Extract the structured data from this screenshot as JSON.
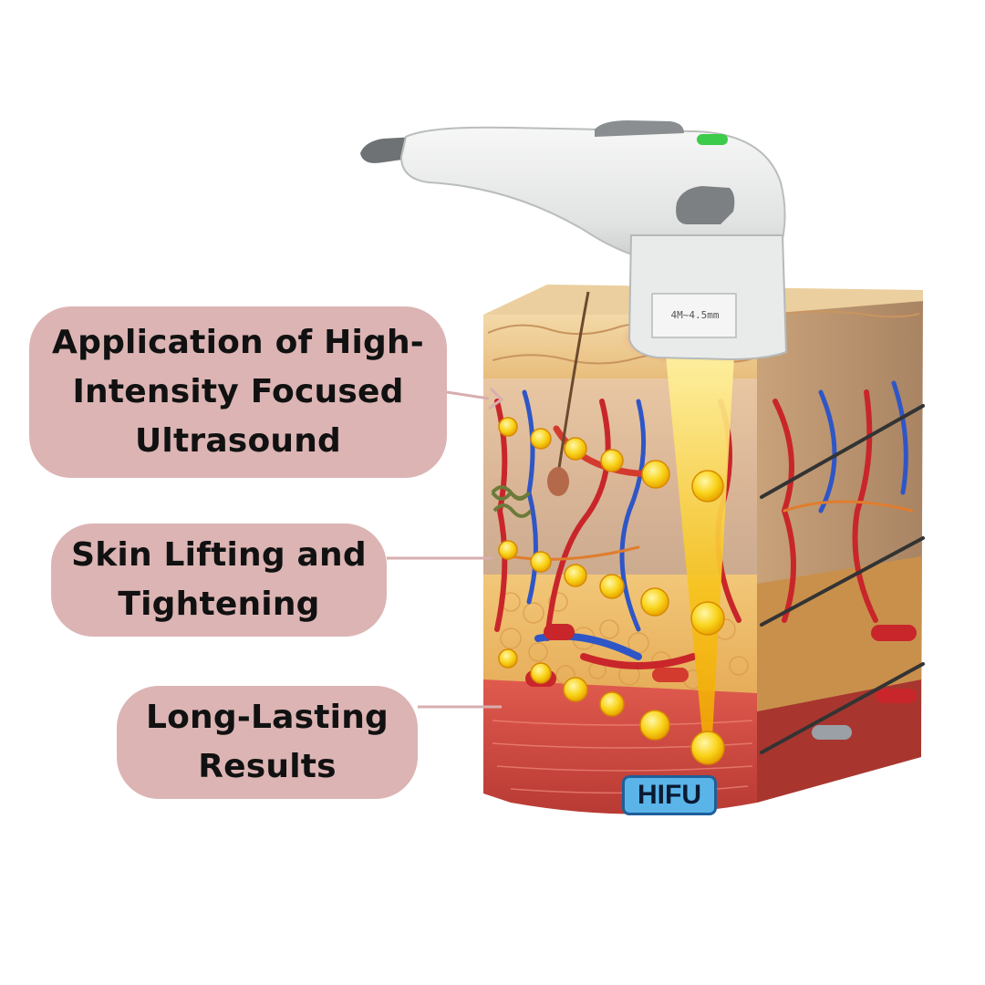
{
  "callouts": [
    {
      "label": "Application of High-Intensity Focused Ultrasound"
    },
    {
      "label": "Skin Lifting and Tightening"
    },
    {
      "label": "Long-Lasting Results"
    }
  ],
  "device": {
    "depth_marking": "4M~4.5mm",
    "name_badge": "HIFU"
  },
  "colors": {
    "callout_fill": "#dcb4b4",
    "ultrasound_beam": "#f7c21a",
    "focal_point": "#f9d31a",
    "badge_fill": "#5ab4e8"
  },
  "icons": [
    "hifu-handpiece-icon",
    "skin-layer-cross-section-icon",
    "focal-point-icon"
  ]
}
